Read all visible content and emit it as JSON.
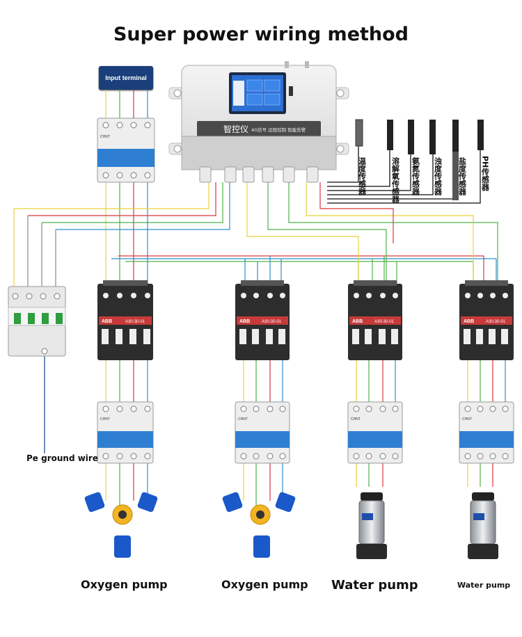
{
  "title": "Super power wiring method",
  "input_terminal": "Input terminal",
  "controller": {
    "brand_text": "智控仪",
    "sub_text": "4G信号  远程控制  智能告警"
  },
  "sensors": [
    {
      "label": "温度传感器"
    },
    {
      "label": "溶解氧传感器"
    },
    {
      "label": "氨氮传感器"
    },
    {
      "label": "浊度传感器"
    },
    {
      "label": "盐度传感器"
    },
    {
      "label": "PH传感器"
    }
  ],
  "contactor_model": "A30-30-01",
  "contactor_brand": "ABB",
  "breaker_brand": "CHNT",
  "pe_label": "Pe ground wire",
  "pumps": [
    {
      "label": "Oxygen pump"
    },
    {
      "label": "Oxygen pump"
    },
    {
      "label": "Water pump"
    },
    {
      "label": "Water pump"
    }
  ],
  "colors": {
    "yellow": "#e8d23c",
    "green": "#4cb24a",
    "red": "#d9363e",
    "blue": "#2c8fd0",
    "breaker_blue": "#2e7fd1",
    "contactor_dark": "#2d2d2d",
    "navy": "#1a3f7a"
  }
}
